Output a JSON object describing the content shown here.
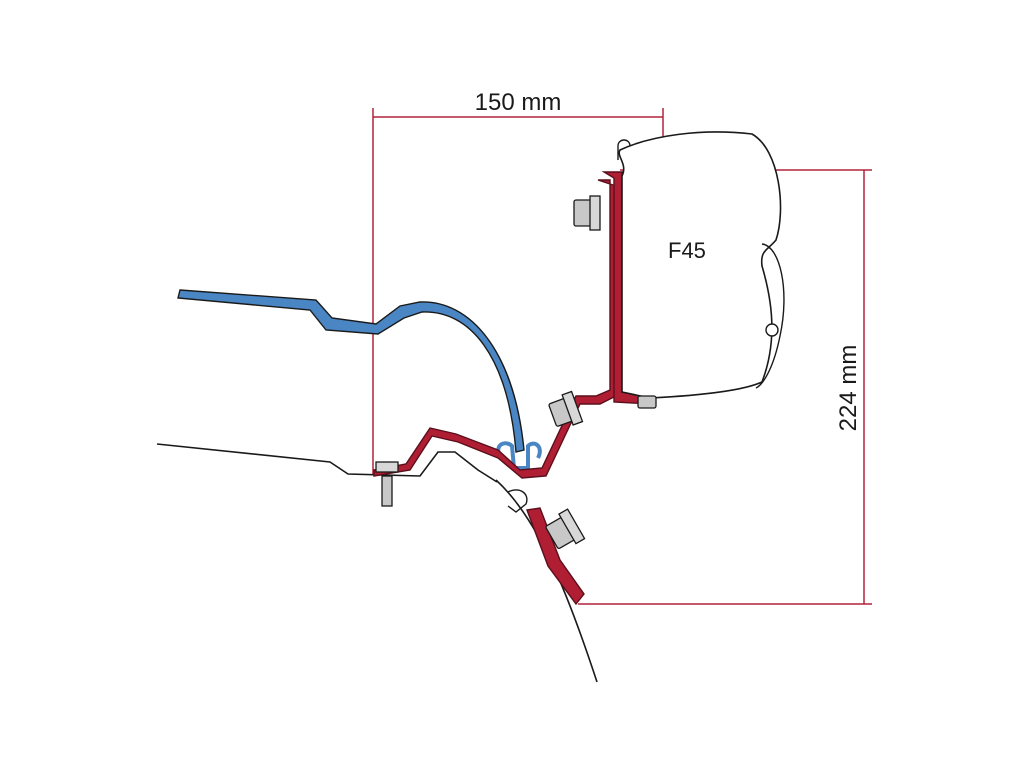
{
  "labels": {
    "width_dimension": "150 mm",
    "height_dimension": "224 mm",
    "model": "F45"
  },
  "colors": {
    "dimension_line": "#b0243a",
    "bracket": "#b01e34",
    "bracket_stroke": "#5a0f1b",
    "vehicle_rail": "#4a86c4",
    "outline": "#1a1a1a",
    "hardware": "#c8c8c8"
  }
}
